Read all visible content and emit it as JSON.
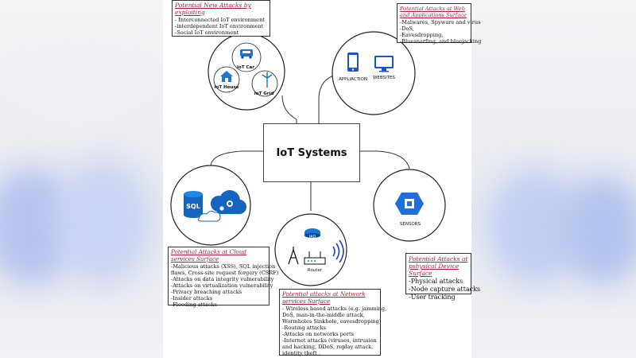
{
  "center": {
    "title": "IoT Systems"
  },
  "nodes": {
    "top_left": {
      "car": "IoT Car",
      "house": "IoT House",
      "grid": "IoT Grid"
    },
    "top_right": {
      "app": "APPLIACTION",
      "web": "WEBSITES"
    },
    "mid_left": {
      "sql": "SQL"
    },
    "bottom": {
      "iad": "IAD",
      "router": "Router"
    },
    "right": {
      "sensors": "SENSORS"
    }
  },
  "notes": {
    "new_attacks": {
      "title": "Potential  New Attacks   by exploiting",
      "items": [
        "- Interconnected IoT environment",
        "-interdependent IoT environment",
        "-Social  IoT environment"
      ]
    },
    "web": {
      "title": "Potential Attacks at Web and Applications Surface",
      "items": [
        "-Malwares, Spyware and virus",
        "-DoS,",
        "-Eavesdropping,",
        "-Bluesnarfing, and bluejacking"
      ]
    },
    "cloud": {
      "title": "Potential Attacks at Cloud services Surface",
      "items": [
        "-Malicious attacks (XSS), SQL injection",
        "flaws, Cross-site request forgery (CSRF)",
        "-Attacks on data integrity vulnerability",
        "-Attacks on virtualization vulnerability",
        "-Privacy breaching attacks",
        "-Insider attacks",
        "-Flooding attacks"
      ]
    },
    "device": {
      "title": "Potential Attacks at pshysical Device Surface",
      "items": [
        "-Physical attacks",
        "-Node capture attacks",
        "-User tracking"
      ]
    },
    "network": {
      "title": "Potential attacks at Network services Surface",
      "items": [
        "- Wireless based attacks (e.g. jamming,",
        "DoS, man-in-the-middle attack,",
        "Wormholes Sinkhole, eavesdropping)",
        "-Routing attacks",
        "-Attacks on networks ports",
        "-Internet attacks (viruses, intrusion",
        "and hacking, DDoS, replay attack,",
        "identity theft ."
      ]
    }
  },
  "colors": {
    "accent_title": "#b0203a",
    "cloud_blue": "#1565c0",
    "sensor_blue": "#1e6fd9"
  }
}
